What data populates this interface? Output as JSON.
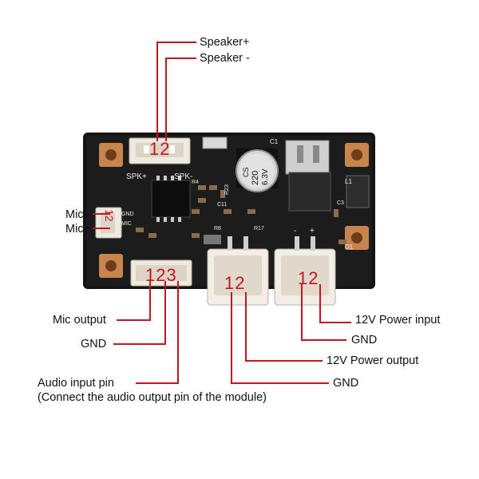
{
  "labels": {
    "speaker_plus": "Speaker+",
    "speaker_minus": "Speaker -",
    "mic_minus": "Mic -",
    "mic_plus": "Mic+",
    "mic_output": "Mic output",
    "gnd_left": "GND",
    "audio_input_pin": "Audio input pin",
    "audio_input_note": "(Connect the audio output pin of the module)",
    "power_input": "12V Power input",
    "gnd_power_input": "GND",
    "power_output": "12V Power output",
    "gnd_power_output": "GND"
  },
  "pin_numbers": {
    "speaker": "12",
    "mic": "12",
    "audio": "123",
    "power_output": "12",
    "power_input": "12"
  },
  "board_silk": {
    "spk_plus": "SPK+",
    "spk_minus": "SPK-",
    "gnd": "GND",
    "mic": "MIC",
    "cap_brand": "CS",
    "cap_value": "220",
    "cap_voltage": "6.3V",
    "c1": "C1",
    "l1": "L1",
    "d1": "D1",
    "c3": "C3",
    "r8": "R8",
    "r17": "R17",
    "r4": "R4",
    "c11": "C11",
    "r23": "R23",
    "minus": "-",
    "plus": "+"
  },
  "colors": {
    "board": "#141414",
    "pad_copper": "#c7844d",
    "connector": "#f1ece4",
    "leader_line": "#c8141c",
    "pin_number": "#c8141c",
    "label_text": "#111111"
  }
}
